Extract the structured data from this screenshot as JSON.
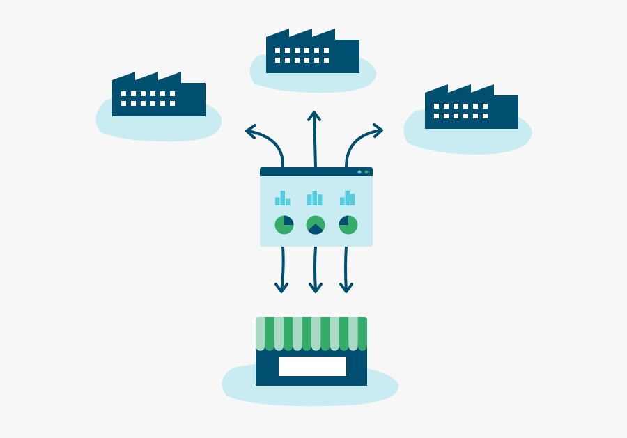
{
  "colors": {
    "background": "#f7f7f7",
    "navy": "#004f71",
    "cloud": "#c8ecf2",
    "panel": "#c8ecf2",
    "bar": "#55cbe0",
    "green": "#35ab6c",
    "light_green": "#a7d9c3",
    "white": "#ffffff"
  },
  "icons": [
    "factory-icon",
    "dashboard-icon",
    "storefront-icon",
    "arrow-icon"
  ],
  "dashboard": {
    "bar_groups": [
      [
        0.55,
        1.0,
        0.45
      ],
      [
        0.75,
        1.0,
        0.75
      ],
      [
        0.55,
        1.0,
        0.8
      ]
    ],
    "pie_dark_fractions": [
      0.25,
      0.25,
      0.25
    ]
  }
}
